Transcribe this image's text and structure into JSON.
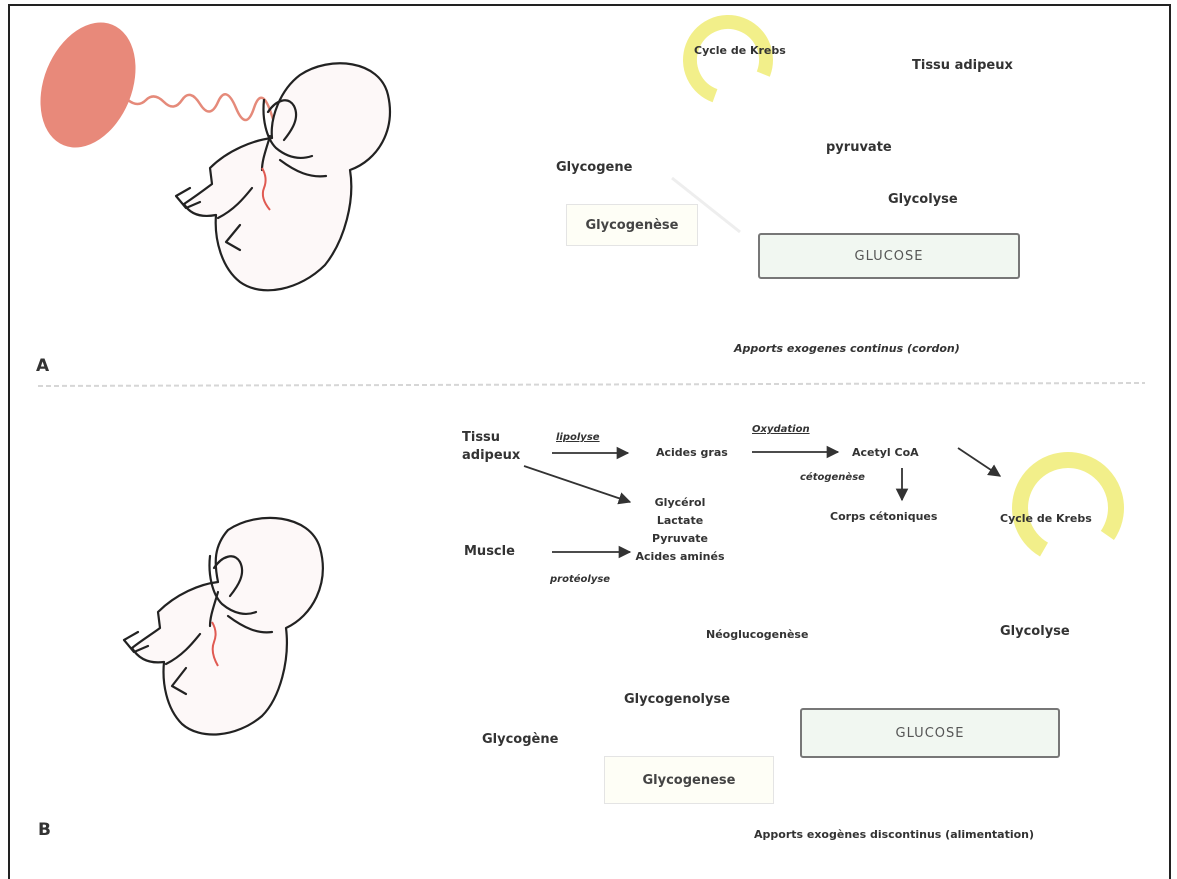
{
  "panel_a": {
    "letter": "A",
    "krebs": "Cycle de Krebs",
    "tissu": "Tissu adipeux",
    "pyruvate": "pyruvate",
    "glycogene": "Glycogene",
    "glycolyse": "Glycolyse",
    "glycogenese": "Glycogenèse",
    "glucose": "GLUCOSE",
    "apports": "Apports exogenes continus (cordon)"
  },
  "panel_b": {
    "letter": "B",
    "tissu_1": "Tissu",
    "tissu_2": "adipeux",
    "lipolyse": "lipolyse",
    "acides_gras": "Acides gras",
    "oxydation": "Oxydation",
    "acetyl": "Acetyl CoA",
    "cetogenese": "cétogenèse",
    "corps": "Corps cétoniques",
    "krebs": "Cycle de Krebs",
    "glycerol": "Glycérol",
    "lactate": "Lactate",
    "pyruvate": "Pyruvate",
    "acides_amines": "Acides aminés",
    "muscle": "Muscle",
    "proteolyse": "protéolyse",
    "neoglucogenese": "Néoglucogenèse",
    "glycolyse": "Glycolyse",
    "glycogenolyse": "Glycogenolyse",
    "glycogene": "Glycogène",
    "glucose": "GLUCOSE",
    "glycogenese": "Glycogenese",
    "apports": "Apports exogènes discontinus (alimentation)"
  },
  "colors": {
    "placenta": "#e8897a",
    "krebs_ring": "#f2ef8a",
    "glucose_fill": "#f1f7f1",
    "cord": "#e58a7a"
  }
}
